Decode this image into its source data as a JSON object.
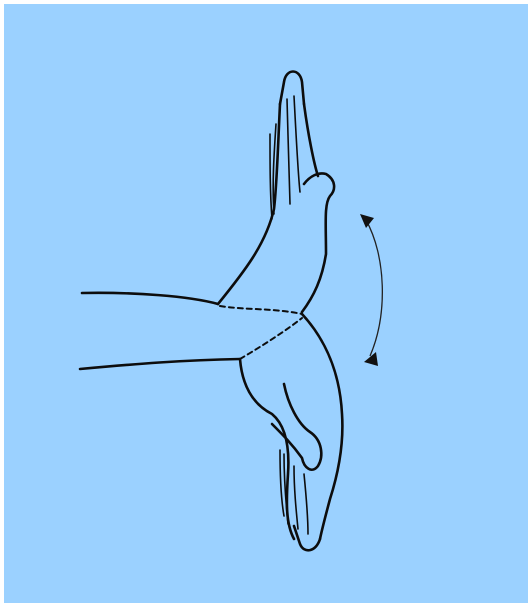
{
  "figure": {
    "background_color": "#9bd1ff",
    "border_color": "#ffffff",
    "line_color": "#0d0d0d",
    "depicts": [
      "forearm",
      "hand-extended-up",
      "hand-flexed-down",
      "double-headed-motion-arrow"
    ]
  }
}
